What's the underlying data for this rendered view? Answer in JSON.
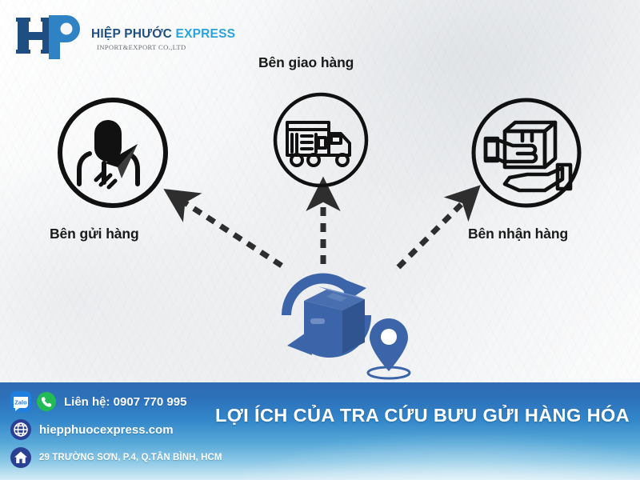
{
  "logo": {
    "monogram": "HP",
    "brand_part1": "HIỆP PHƯỚC ",
    "brand_part2": "EXPRESS",
    "subtitle": "INPORT&EXPORT CO.,LTD",
    "color_dark": "#1f4f82",
    "color_light": "#2aa3dd"
  },
  "diagram": {
    "nodes": [
      {
        "id": "sender",
        "label": "Bên gửi hàng",
        "icon": "person-send-icon"
      },
      {
        "id": "carrier",
        "label": "Bên giao hàng",
        "icon": "delivery-truck-icon"
      },
      {
        "id": "receiver",
        "label": "Bên nhận hàng",
        "icon": "hands-receiving-box-icon"
      }
    ],
    "center": {
      "icon": "package-tracking-icon",
      "sub_icons": [
        "rotating-arrows-icon",
        "location-pin-icon"
      ],
      "color": "#3b65a8"
    },
    "connectors": [
      {
        "id": "to-sender",
        "style": "dashed",
        "direction": "up-left",
        "color": "#2e2e2e"
      },
      {
        "id": "to-carrier",
        "style": "dashed",
        "direction": "up",
        "color": "#2e2e2e"
      },
      {
        "id": "to-receiver",
        "style": "dashed",
        "direction": "up-right",
        "color": "#2e2e2e"
      }
    ]
  },
  "footer": {
    "title": "LỢI ÍCH CỦA TRA CỨU BƯU GỬI HÀNG HÓA",
    "contacts": [
      {
        "id": "phone",
        "icons": [
          "zalo-icon",
          "phone-icon"
        ],
        "text": "Liên hệ: 0907 770 995"
      },
      {
        "id": "website",
        "icons": [
          "globe-icon"
        ],
        "text": "hiepphuocexpress.com"
      },
      {
        "id": "address",
        "icons": [
          "home-icon"
        ],
        "text": "29 TRƯỜNG SƠN, P.4, Q.TÂN BÌNH, HCM"
      }
    ],
    "gradient_from": "#2f6bb3",
    "gradient_to": "#d3ebf6"
  }
}
